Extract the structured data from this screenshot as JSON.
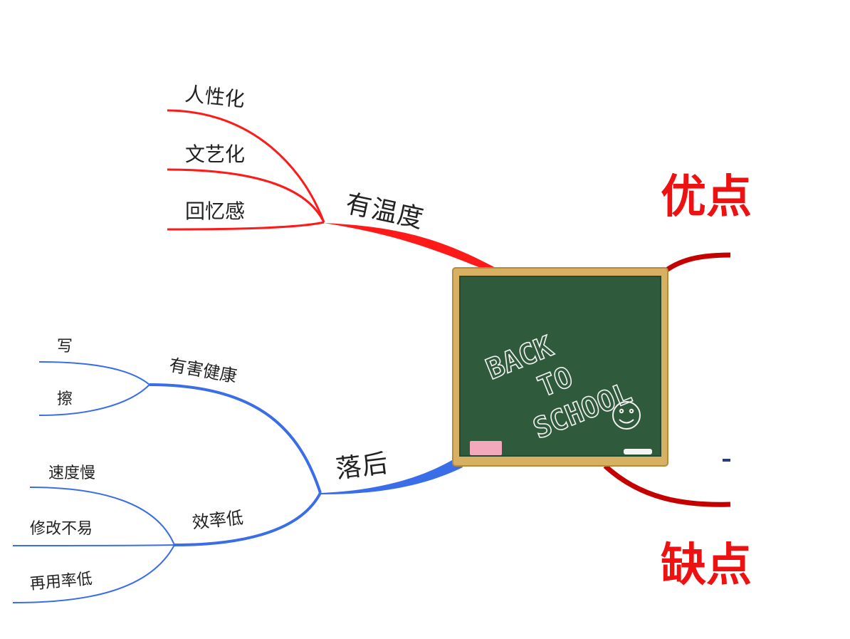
{
  "header": {
    "pros_label": "优点",
    "cons_label": "缺点"
  },
  "branches": {
    "warm": {
      "label": "有温度",
      "children": [
        "人性化",
        "文艺化",
        "回忆感"
      ]
    },
    "outdated": {
      "label": "落后",
      "health": {
        "label": "有害健康",
        "children": [
          "写",
          "擦"
        ]
      },
      "efficiency": {
        "label": "效率低",
        "children": [
          "速度慢",
          "修改不易",
          "再用率低"
        ]
      }
    }
  },
  "blackboard": {
    "lines": [
      "BACK",
      "TO",
      "SCHOOL"
    ]
  },
  "colors": {
    "red_branch": "#ff1a1a",
    "blue_branch": "#3a6ee8",
    "dark_red_branch": "#c40000",
    "header_red": "#ee1111",
    "board_green": "#2f5a3c",
    "board_frame": "#d7b062"
  }
}
